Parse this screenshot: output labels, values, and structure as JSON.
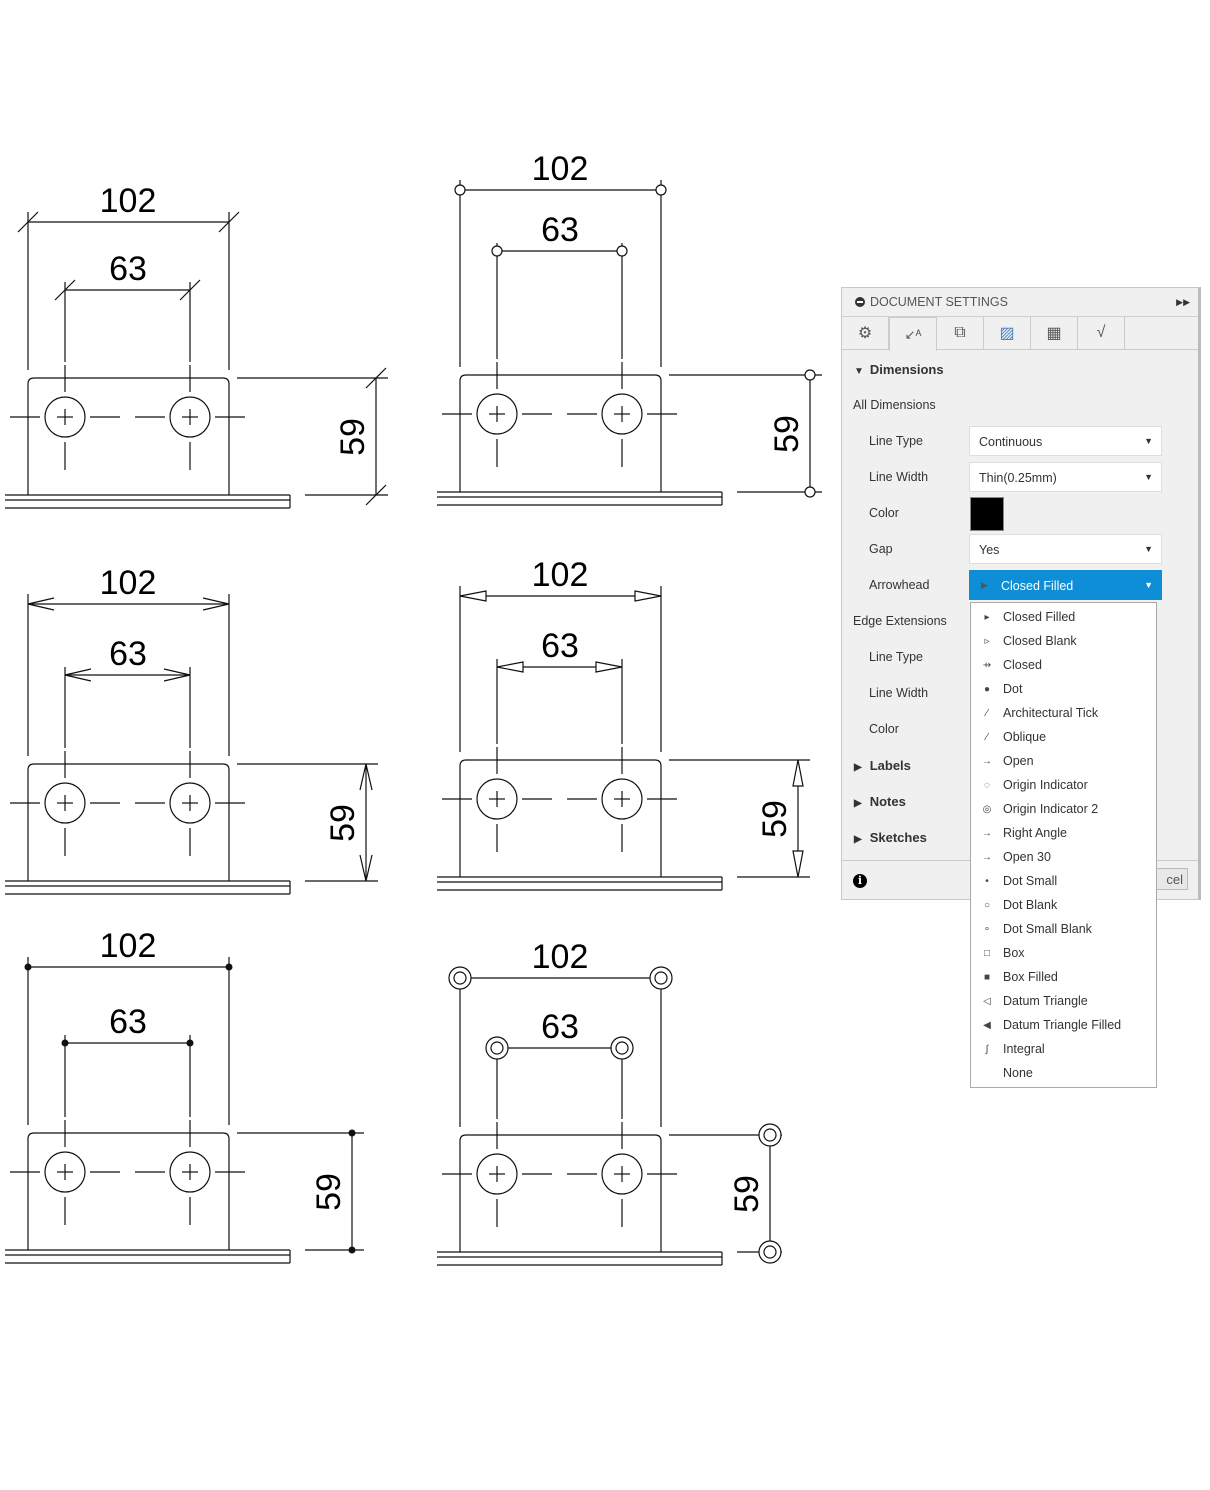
{
  "drawings": [
    {
      "width": "102",
      "holes": "63",
      "height": "59",
      "arrowhead": "Oblique"
    },
    {
      "width": "102",
      "holes": "63",
      "height": "59",
      "arrowhead": "Origin Indicator"
    },
    {
      "width": "102",
      "holes": "63",
      "height": "59",
      "arrowhead": "Open"
    },
    {
      "width": "102",
      "holes": "63",
      "height": "59",
      "arrowhead": "Closed Blank"
    },
    {
      "width": "102",
      "holes": "63",
      "height": "59",
      "arrowhead": "Dot"
    },
    {
      "width": "102",
      "holes": "63",
      "height": "59",
      "arrowhead": "Origin Indicator 2"
    }
  ],
  "panel": {
    "title": "DOCUMENT SETTINGS",
    "tabs": [
      "settings",
      "dimensions",
      "views",
      "sheets",
      "tables",
      "symbols"
    ],
    "dimensions_header": "Dimensions",
    "all_dimensions": "All Dimensions",
    "line_type_label": "Line Type",
    "line_type_value": "Continuous",
    "line_width_label": "Line Width",
    "line_width_value": "Thin(0.25mm)",
    "color_label": "Color",
    "color_value": "#000000",
    "gap_label": "Gap",
    "gap_value": "Yes",
    "arrowhead_label": "Arrowhead",
    "arrowhead_value": "Closed Filled",
    "edge_extensions": "Edge Extensions",
    "ee_line_type_label": "Line Type",
    "ee_line_width_label": "Line Width",
    "ee_color_label": "Color",
    "labels": "Labels",
    "notes": "Notes",
    "sketches": "Sketches",
    "cancel_partial": "cel"
  },
  "arrowhead_options": [
    {
      "icon": "▸",
      "label": "Closed Filled"
    },
    {
      "icon": "▹",
      "label": "Closed Blank"
    },
    {
      "icon": "⇸",
      "label": "Closed"
    },
    {
      "icon": "●",
      "label": "Dot"
    },
    {
      "icon": "⁄",
      "label": "Architectural Tick"
    },
    {
      "icon": "⁄",
      "label": "Oblique"
    },
    {
      "icon": "→",
      "label": "Open"
    },
    {
      "icon": "◌",
      "label": "Origin Indicator"
    },
    {
      "icon": "◎",
      "label": "Origin Indicator 2"
    },
    {
      "icon": "→",
      "label": "Right Angle"
    },
    {
      "icon": "→",
      "label": "Open 30"
    },
    {
      "icon": "•",
      "label": "Dot Small"
    },
    {
      "icon": "○",
      "label": "Dot Blank"
    },
    {
      "icon": "∘",
      "label": "Dot Small Blank"
    },
    {
      "icon": "□",
      "label": "Box"
    },
    {
      "icon": "■",
      "label": "Box Filled"
    },
    {
      "icon": "◁",
      "label": "Datum Triangle"
    },
    {
      "icon": "◀",
      "label": "Datum Triangle Filled"
    },
    {
      "icon": "∫",
      "label": "Integral"
    },
    {
      "icon": "",
      "label": "None"
    }
  ]
}
